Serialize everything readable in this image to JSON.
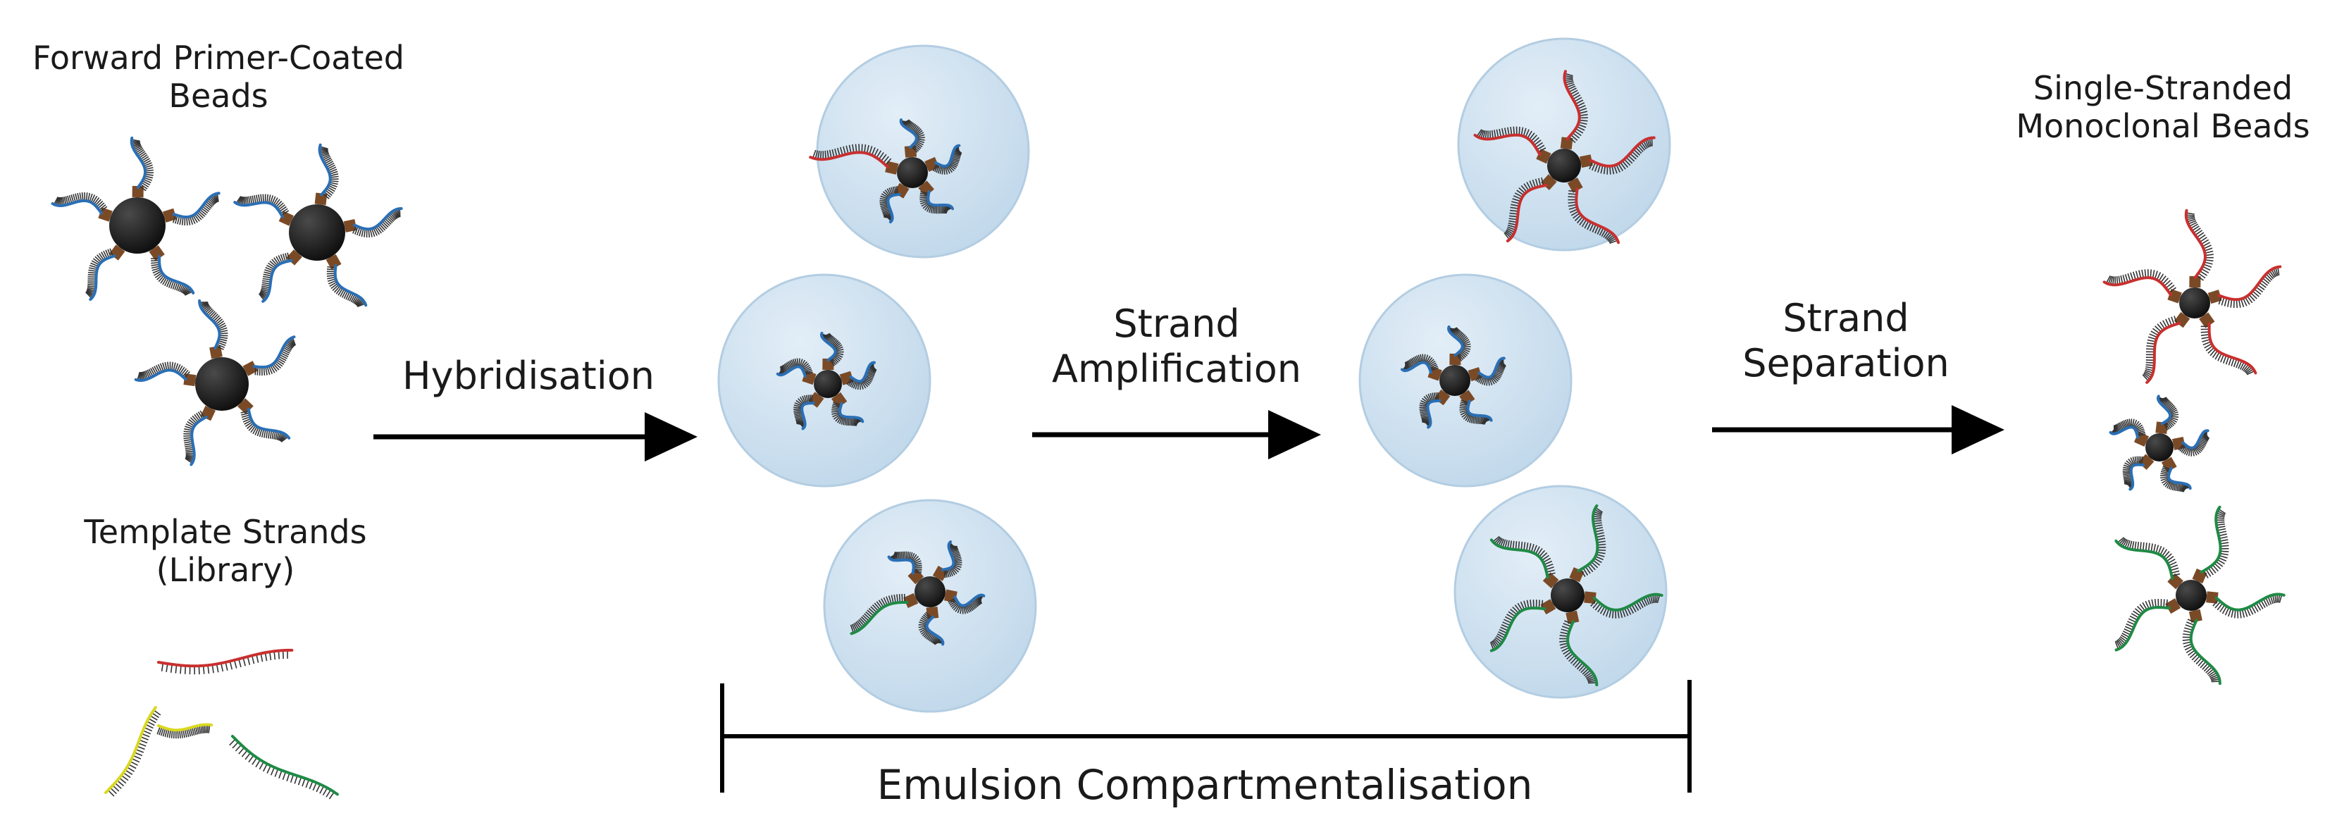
{
  "labels": {
    "forward_primer_1": "Forward Primer-Coated",
    "forward_primer_2": "Beads",
    "template_1": "Template Strands",
    "template_2": "(Library)",
    "hybridisation": "Hybridisation",
    "amplification_1": "Strand",
    "amplification_2": "Amplification",
    "separation_1": "Strand",
    "separation_2": "Separation",
    "single_1": "Single-Stranded",
    "single_2": "Monoclonal Beads",
    "emulsion": "Emulsion Compartmentalisation"
  },
  "colors": {
    "primer": "#2a6fb5",
    "red_strand": "#c8302f",
    "green_strand": "#1f8a45",
    "yellow_strand": "#d9d81f",
    "bead": "#1f1f1f",
    "linker": "#7a4a26",
    "droplet": "#c6dcec",
    "droplet_edge": "#a9c7de",
    "arrow": "#000000"
  }
}
